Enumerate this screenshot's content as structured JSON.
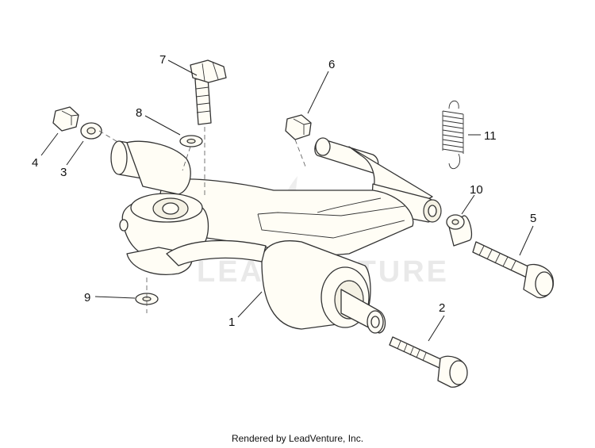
{
  "callouts": {
    "c1": "1",
    "c2": "2",
    "c3": "3",
    "c4": "4",
    "c5": "5",
    "c6": "6",
    "c7": "7",
    "c8": "8",
    "c9": "9",
    "c10": "10",
    "c11": "11"
  },
  "watermark": {
    "text": "LEADVENTURE"
  },
  "footer": {
    "text": "Rendered by LeadVenture, Inc."
  },
  "colors": {
    "part_fill": "#fffdf5",
    "line": "#333333",
    "watermark": "#cfcfcf"
  }
}
